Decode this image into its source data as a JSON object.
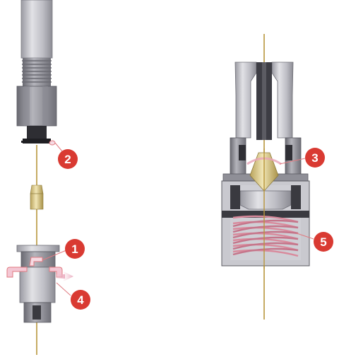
{
  "callouts": [
    {
      "id": "callout-1",
      "label": "1"
    },
    {
      "id": "callout-2",
      "label": "2"
    },
    {
      "id": "callout-3",
      "label": "3"
    },
    {
      "id": "callout-4",
      "label": "4"
    },
    {
      "id": "callout-5",
      "label": "5"
    }
  ],
  "colors": {
    "callout_fill": "#d93a32",
    "leader_line": "#e07a80",
    "highlight_pink": "#e8a2b8",
    "capillary": "#b8963c",
    "ferrule_gold": "#ddc98a",
    "metal_light": "#cfcfd4",
    "metal_mid": "#a9a9b0",
    "metal_dark": "#6e6e76",
    "spring_pink": "#e6a8b4",
    "body_dark": "#3a3a40"
  }
}
